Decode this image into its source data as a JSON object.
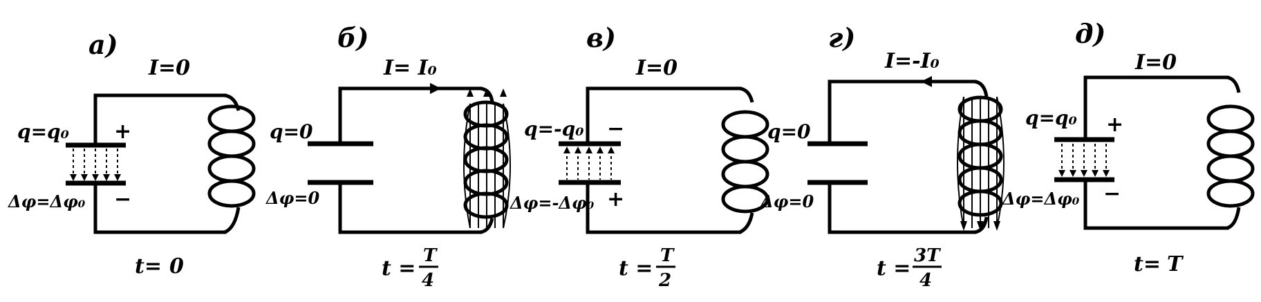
{
  "panels": [
    {
      "label": "а)",
      "current": "I=0",
      "charge": "q=q₀",
      "potential": "Δφ=Δφ₀",
      "top_sign": "+",
      "bottom_sign": "−",
      "time": {
        "prefix": "t=",
        "value": "0"
      },
      "capacitor_field": "down",
      "coil_field": false,
      "current_arrow": "none"
    },
    {
      "label": "б)",
      "current": "I= I₀",
      "charge": "q=0",
      "potential": "Δφ=0",
      "top_sign": "",
      "bottom_sign": "",
      "time": {
        "prefix": "t =",
        "numerator": "T",
        "denominator": "4"
      },
      "capacitor_field": "none",
      "coil_field": true,
      "current_arrow": "right"
    },
    {
      "label": "в)",
      "current": "I=0",
      "charge": "q=-q₀",
      "potential": "Δφ=-Δφ₀",
      "top_sign": "−",
      "bottom_sign": "+",
      "time": {
        "prefix": "t =",
        "numerator": "T",
        "denominator": "2"
      },
      "capacitor_field": "up",
      "coil_field": false,
      "current_arrow": "none"
    },
    {
      "label": "г)",
      "current": "I=-I₀",
      "charge": "q=0",
      "potential": "Δφ=0",
      "top_sign": "",
      "bottom_sign": "",
      "time": {
        "prefix": "t =",
        "numerator": "3T",
        "denominator": "4"
      },
      "capacitor_field": "none",
      "coil_field": true,
      "current_arrow": "left"
    },
    {
      "label": "д)",
      "current": "I=0",
      "charge": "q=q₀",
      "potential": "Δφ=Δφ₀",
      "top_sign": "+",
      "bottom_sign": "−",
      "time": {
        "prefix": "t=",
        "value": "T"
      },
      "capacitor_field": "down",
      "coil_field": false,
      "current_arrow": "none"
    }
  ]
}
